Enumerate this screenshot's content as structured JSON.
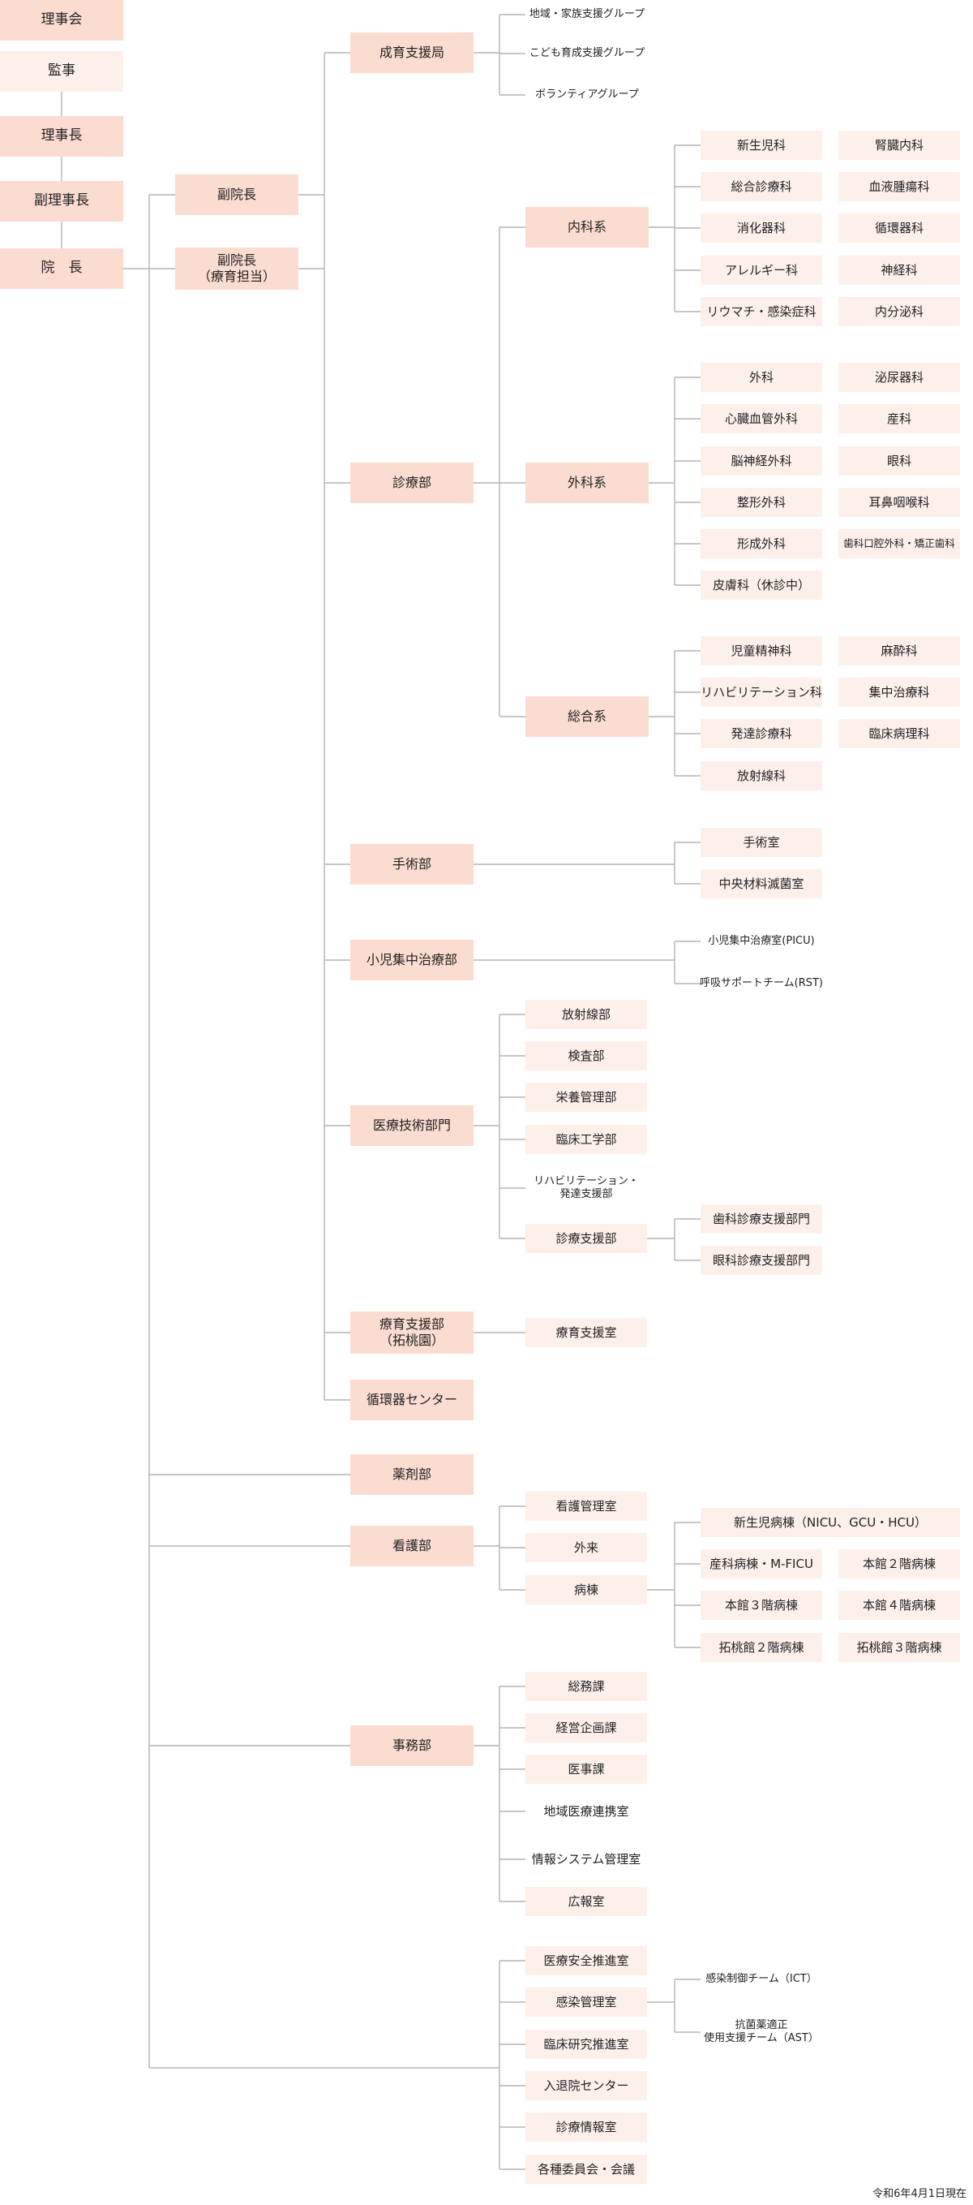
{
  "top": {
    "rijikai": "理事会",
    "kanji": "監事",
    "rijicho": "理事長",
    "fukurijicho": "副理事長",
    "incho": "院　長"
  },
  "vice": {
    "fukuincho": "副院長",
    "fukuincho_ryoiku": "副院長\n（療育担当）"
  },
  "seiiku": {
    "name": "成育支援局",
    "groups": [
      "地域・家族支援グループ",
      "こども育成支援グループ",
      "ボランティアグループ"
    ]
  },
  "shinryo": {
    "name": "診療部",
    "naika": {
      "name": "内科系",
      "col1": [
        "新生児科",
        "総合診療科",
        "消化器科",
        "アレルギー科",
        "リウマチ・感染症科"
      ],
      "col2": [
        "腎臓内科",
        "血液腫瘍科",
        "循環器科",
        "神経科",
        "内分泌科"
      ]
    },
    "geka": {
      "name": "外科系",
      "col1": [
        "外科",
        "心臓血管外科",
        "脳神経外科",
        "整形外科",
        "形成外科",
        "皮膚科（休診中）"
      ],
      "col2": [
        "泌尿器科",
        "産科",
        "眼科",
        "耳鼻咽喉科",
        "歯科口腔外科・矯正歯科"
      ]
    },
    "sogo": {
      "name": "総合系",
      "col1": [
        "児童精神科",
        "リハビリテーション科",
        "発達診療科",
        "放射線科"
      ],
      "col2": [
        "麻酔科",
        "集中治療科",
        "臨床病理科"
      ]
    }
  },
  "shujutsu": {
    "name": "手術部",
    "items": [
      "手術室",
      "中央材料滅菌室"
    ]
  },
  "picu": {
    "name": "小児集中治療部",
    "items": [
      "小児集中治療室(PICU)",
      "呼吸サポートチーム(RST)"
    ]
  },
  "iryogijutsu": {
    "name": "医療技術部門",
    "items": [
      "放射線部",
      "検査部",
      "栄養管理部",
      "臨床工学部",
      "リハビリテーション・\n発達支援部",
      "診療支援部"
    ],
    "shinryoshien": [
      "歯科診療支援部門",
      "眼科診療支援部門"
    ]
  },
  "ryoikushien": {
    "name": "療育支援部\n（拓桃園）",
    "items": [
      "療育支援室"
    ]
  },
  "junkanki": {
    "name": "循環器センター"
  },
  "yakuzai": {
    "name": "薬剤部"
  },
  "kango": {
    "name": "看護部",
    "items": [
      "看護管理室",
      "外来",
      "病棟"
    ],
    "byoto_top": "新生児病棟（NICU、GCU・HCU）",
    "byoto_col1": [
      "産科病棟・M-FICU",
      "本館３階病棟",
      "拓桃館２階病棟"
    ],
    "byoto_col2": [
      "本館２階病棟",
      "本館４階病棟",
      "拓桃館３階病棟"
    ]
  },
  "jimu": {
    "name": "事務部",
    "items": [
      "総務課",
      "経営企画課",
      "医事課",
      "地域医療連携室",
      "情報システム管理室",
      "広報室"
    ]
  },
  "others": {
    "items": [
      "医療安全推進室",
      "感染管理室",
      "臨床研究推進室",
      "入退院センター",
      "診療情報室",
      "各種委員会・会議"
    ],
    "kansen": [
      "感染制御チーム（ICT）",
      "抗菌薬適正\n使用支援チーム（AST）"
    ]
  },
  "footer": "令和6年4月1日現在"
}
